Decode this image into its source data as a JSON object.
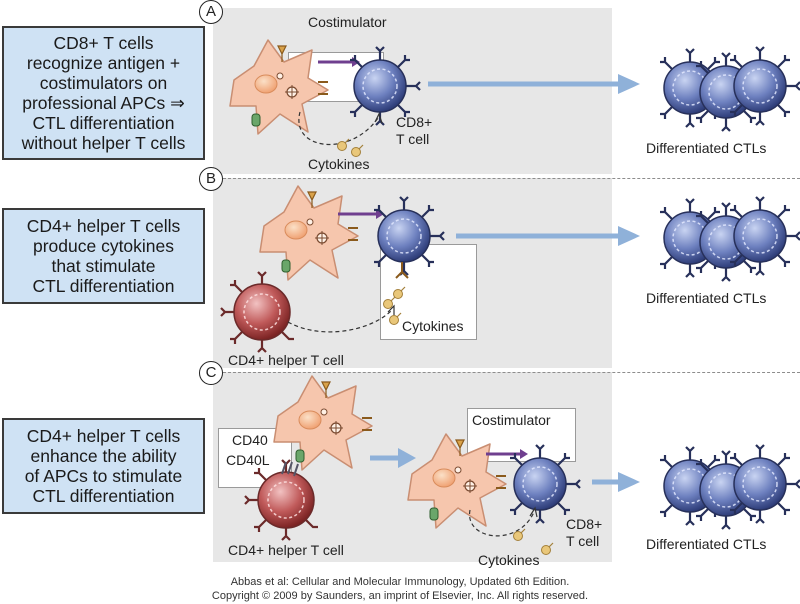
{
  "panels": [
    {
      "letter": "A",
      "lines": [
        "CD8+ T cells",
        "recognize antigen +",
        "costimulators on",
        "professional APCs ⇒",
        "CTL differentiation",
        "without helper T cells"
      ]
    },
    {
      "letter": "B",
      "lines": [
        "CD4+ helper T cells",
        "produce cytokines",
        "that stimulate",
        "CTL differentiation"
      ]
    },
    {
      "letter": "C",
      "lines": [
        "CD4+ helper T cells",
        "enhance the ability",
        "of APCs to stimulate",
        "CTL differentiation"
      ]
    }
  ],
  "labels": {
    "costimulator": "Costimulator",
    "cd8": "CD8+",
    "t_cell": "T cell",
    "cytokines": "Cytokines",
    "differentiated_ctls": "Differentiated CTLs",
    "cd4_helper": "CD4+ helper T cell",
    "cd40": "CD40",
    "cd40l": "CD40L"
  },
  "credit": {
    "line1": "Abbas et al: Cellular and Molecular Immunology, Updated 6th Edition.",
    "line2": "Copyright © 2009 by Saunders, an imprint of Elsevier, Inc. All rights reserved."
  },
  "colors": {
    "panel_bg": "#e7e7e7",
    "desc_box": "#cfe2f4",
    "apc": "#f6c6ad",
    "cd8_cell": "#5568a8",
    "cd4_cell": "#b34b4b",
    "arrow": "#8fb1d9",
    "costim_arrow": "#6f3f8f",
    "cytokine": "#e9c77a"
  }
}
